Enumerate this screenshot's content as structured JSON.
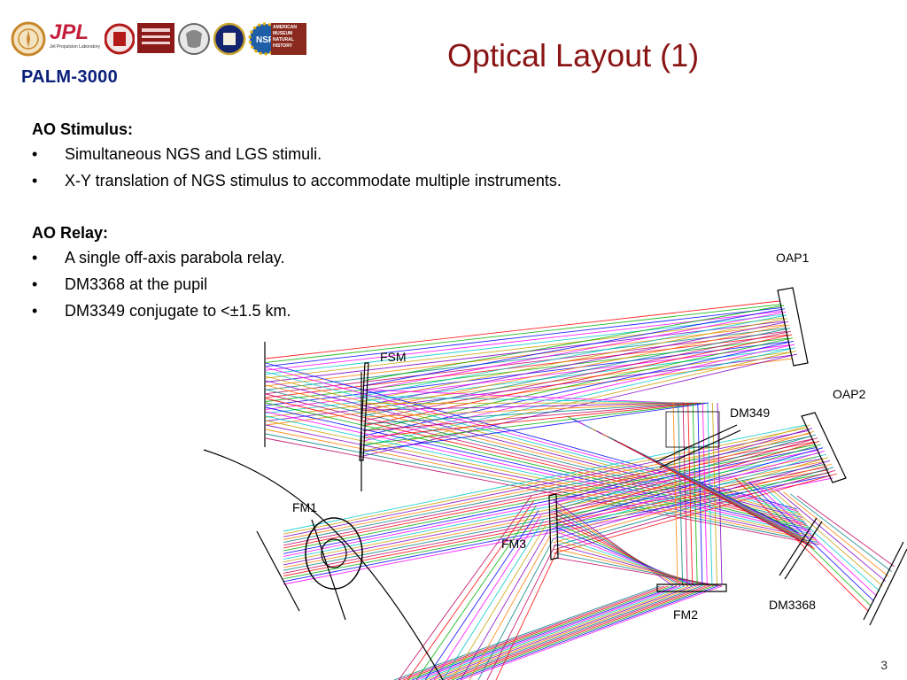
{
  "header": {
    "title": "Optical Layout (1)",
    "project": "PALM-3000",
    "logos": [
      {
        "name": "caltech-seal",
        "color": "#c8872a"
      },
      {
        "name": "jpl-logo",
        "color": "#c41e3a",
        "text": "JPL",
        "subtext": "Jet Propulsion Laboratory"
      },
      {
        "name": "cornell-seal",
        "color": "#b31b1b"
      },
      {
        "name": "cornell-banner",
        "color": "#8c1a1a"
      },
      {
        "name": "university-seal",
        "color": "#666666"
      },
      {
        "name": "oxford-seal",
        "color": "#14246e"
      },
      {
        "name": "nsf-logo",
        "color": "#1f5fa8",
        "text": "NSF"
      },
      {
        "name": "amnh-logo",
        "color": "#8a2a1e",
        "text": "AMERICAN MUSEUM NATURAL HISTORY"
      },
      {
        "name": "tmt-logo",
        "color": "#c43a2a"
      }
    ]
  },
  "content": {
    "stimulus": {
      "heading": "AO Stimulus:",
      "bullets": [
        "Simultaneous NGS and LGS stimuli.",
        "X-Y translation of NGS stimulus to accommodate multiple instruments."
      ]
    },
    "relay": {
      "heading": "AO Relay:",
      "bullets": [
        "A single off-axis parabola relay.",
        "DM3368 at the pupil",
        "DM3349 conjugate to <±1.5 km."
      ]
    },
    "bullet_symbol": "•"
  },
  "diagram": {
    "labels": {
      "oap1": "OAP1",
      "fsm": "FSM",
      "oap2": "OAP2",
      "dm349": "DM349",
      "fm1": "FM1",
      "fm3": "FM3",
      "fm2": "FM2",
      "dm3368": "DM3368"
    },
    "ray_colors": [
      "#ff0000",
      "#00b000",
      "#0000ff",
      "#ff00ff",
      "#00c8c8",
      "#c8a000",
      "#8000c0",
      "#ff8000",
      "#008080",
      "#c00060"
    ]
  },
  "footer": {
    "page_number": "3"
  }
}
